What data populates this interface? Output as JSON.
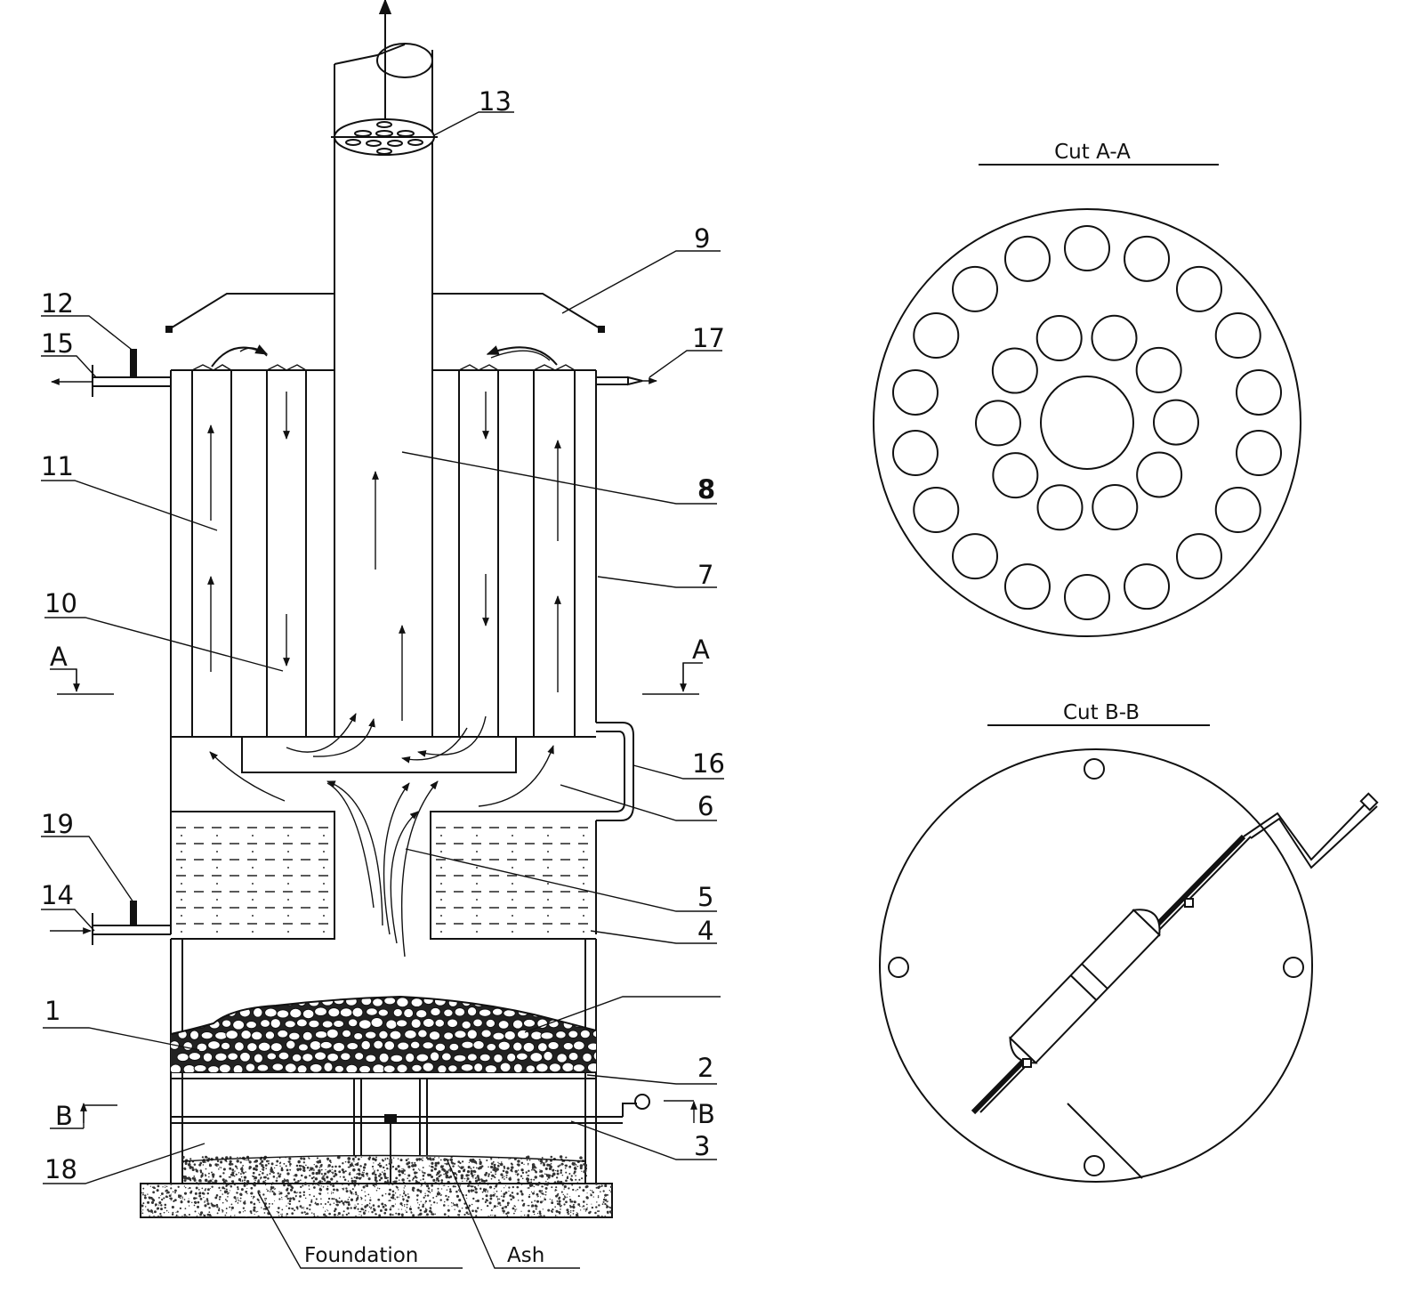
{
  "labels": {
    "n1": "1",
    "n2": "2",
    "n3": "3",
    "n4": "4",
    "n5": "5",
    "n6": "6",
    "n7": "7",
    "n8": "8",
    "n9": "9",
    "n10": "10",
    "n11": "11",
    "n12": "12",
    "n13": "13",
    "n14": "14",
    "n15": "15",
    "n16": "16",
    "n17": "17",
    "n18": "18",
    "n19": "19",
    "section_a_left": "A",
    "section_a_right": "A",
    "section_b_left": "B",
    "section_b_right": "B",
    "foundation": "Foundation",
    "ash": "Ash"
  },
  "cut_a": {
    "title": "Cut A-A"
  },
  "cut_b": {
    "title": "Cut B-B"
  }
}
